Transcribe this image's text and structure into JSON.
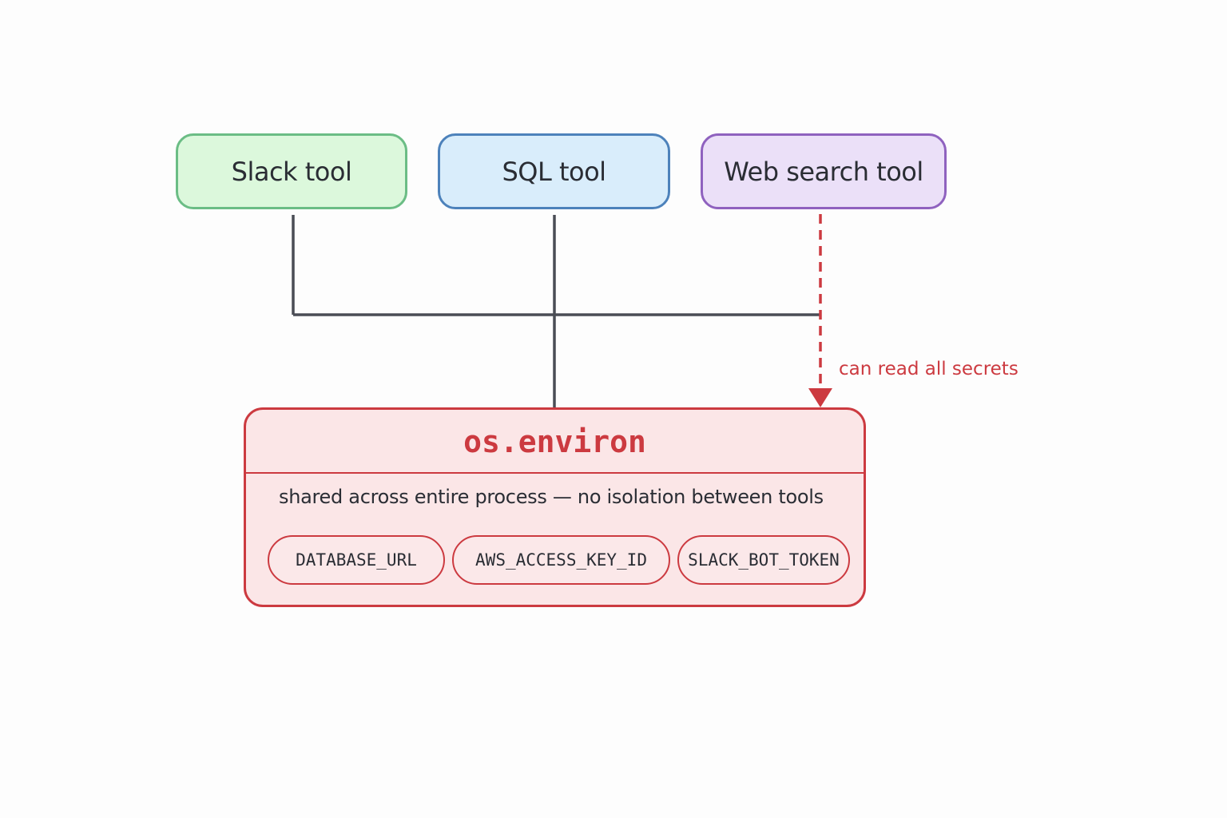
{
  "colors": {
    "line": "#4a4d55",
    "danger": "#cc3a40",
    "env_fill": "#fbe6e7",
    "slack_border": "#6bbd85",
    "slack_fill": "#dcf8dc",
    "sql_border": "#4d82bb",
    "sql_fill": "#d9edfb",
    "web_border": "#8f62bf",
    "web_fill": "#ebe0f8"
  },
  "tools": [
    {
      "label": "Slack tool"
    },
    {
      "label": "SQL tool"
    },
    {
      "label": "Web search tool"
    }
  ],
  "connector_label": "can read all secrets",
  "env": {
    "title": "os.environ",
    "subtitle": "shared across entire process — no isolation between tools",
    "secrets": [
      "DATABASE_URL",
      "AWS_ACCESS_KEY_ID",
      "SLACK_BOT_TOKEN"
    ]
  }
}
